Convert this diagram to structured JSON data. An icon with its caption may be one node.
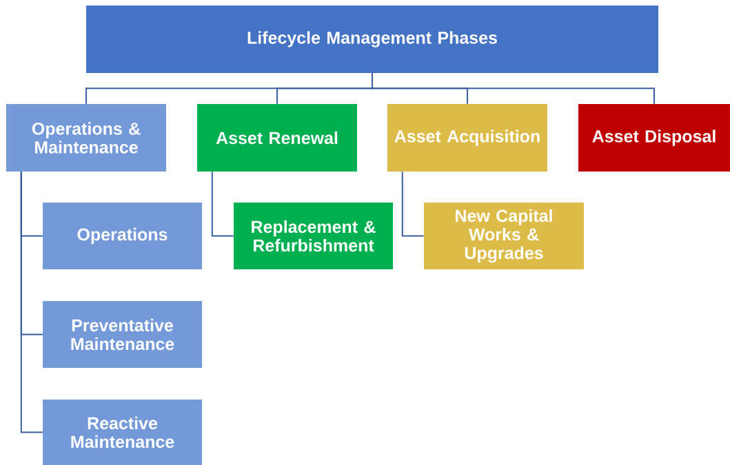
{
  "diagram": {
    "nodes": [
      {
        "text": [
          "Lifecycle Management Phases"
        ]
      },
      {
        "text": [
          "Operations & Maintenance"
        ]
      },
      {
        "text": [
          "Asset Renewal"
        ]
      },
      {
        "text": [
          "Asset Acquisition"
        ]
      },
      {
        "text": [
          "Asset Disposal"
        ]
      },
      {
        "text": [
          "Operations"
        ]
      },
      {
        "text": [
          "Preventative Maintenance"
        ]
      },
      {
        "text": [
          "Reactive Maintenance"
        ]
      },
      {
        "text": [
          "Replacement & Refurbishment"
        ]
      },
      {
        "text": [
          "New Capital Works & Upgrades"
        ]
      }
    ],
    "edges": [
      {
        "from": 0,
        "to": 1,
        "arrow": "none"
      },
      {
        "from": 0,
        "to": 2,
        "arrow": "none"
      },
      {
        "from": 0,
        "to": 3,
        "arrow": "none"
      },
      {
        "from": 0,
        "to": 4,
        "arrow": "none"
      },
      {
        "from": 1,
        "to": 5,
        "arrow": "none"
      },
      {
        "from": 1,
        "to": 6,
        "arrow": "none"
      },
      {
        "from": 1,
        "to": 7,
        "arrow": "none"
      },
      {
        "from": 2,
        "to": 8,
        "arrow": "none"
      },
      {
        "from": 3,
        "to": 9,
        "arrow": "none"
      }
    ]
  }
}
